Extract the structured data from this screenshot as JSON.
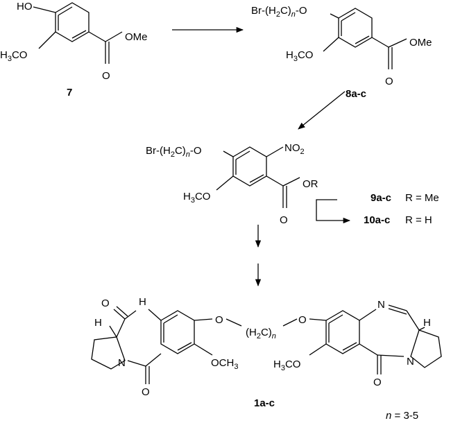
{
  "labels": {
    "cpd7": "7",
    "cpd8": "8a-c",
    "cpd9": "9a-c",
    "cpd9_r": "R = Me",
    "cpd10": "10a-c",
    "cpd10_r": "R = H",
    "cpd1": "1a-c",
    "n_range": "n = 3-5"
  },
  "atoms": {
    "HO": "HO",
    "H3CO": "H3CO",
    "O": "O",
    "OMe": "OMe",
    "OR": "OR",
    "NO2": "NO2",
    "Br": "Br-(H2C)n-O",
    "OCH3": "OCH3",
    "H2Cn": "(H2C)n",
    "N": "N",
    "H": "H",
    "NH": "H"
  }
}
